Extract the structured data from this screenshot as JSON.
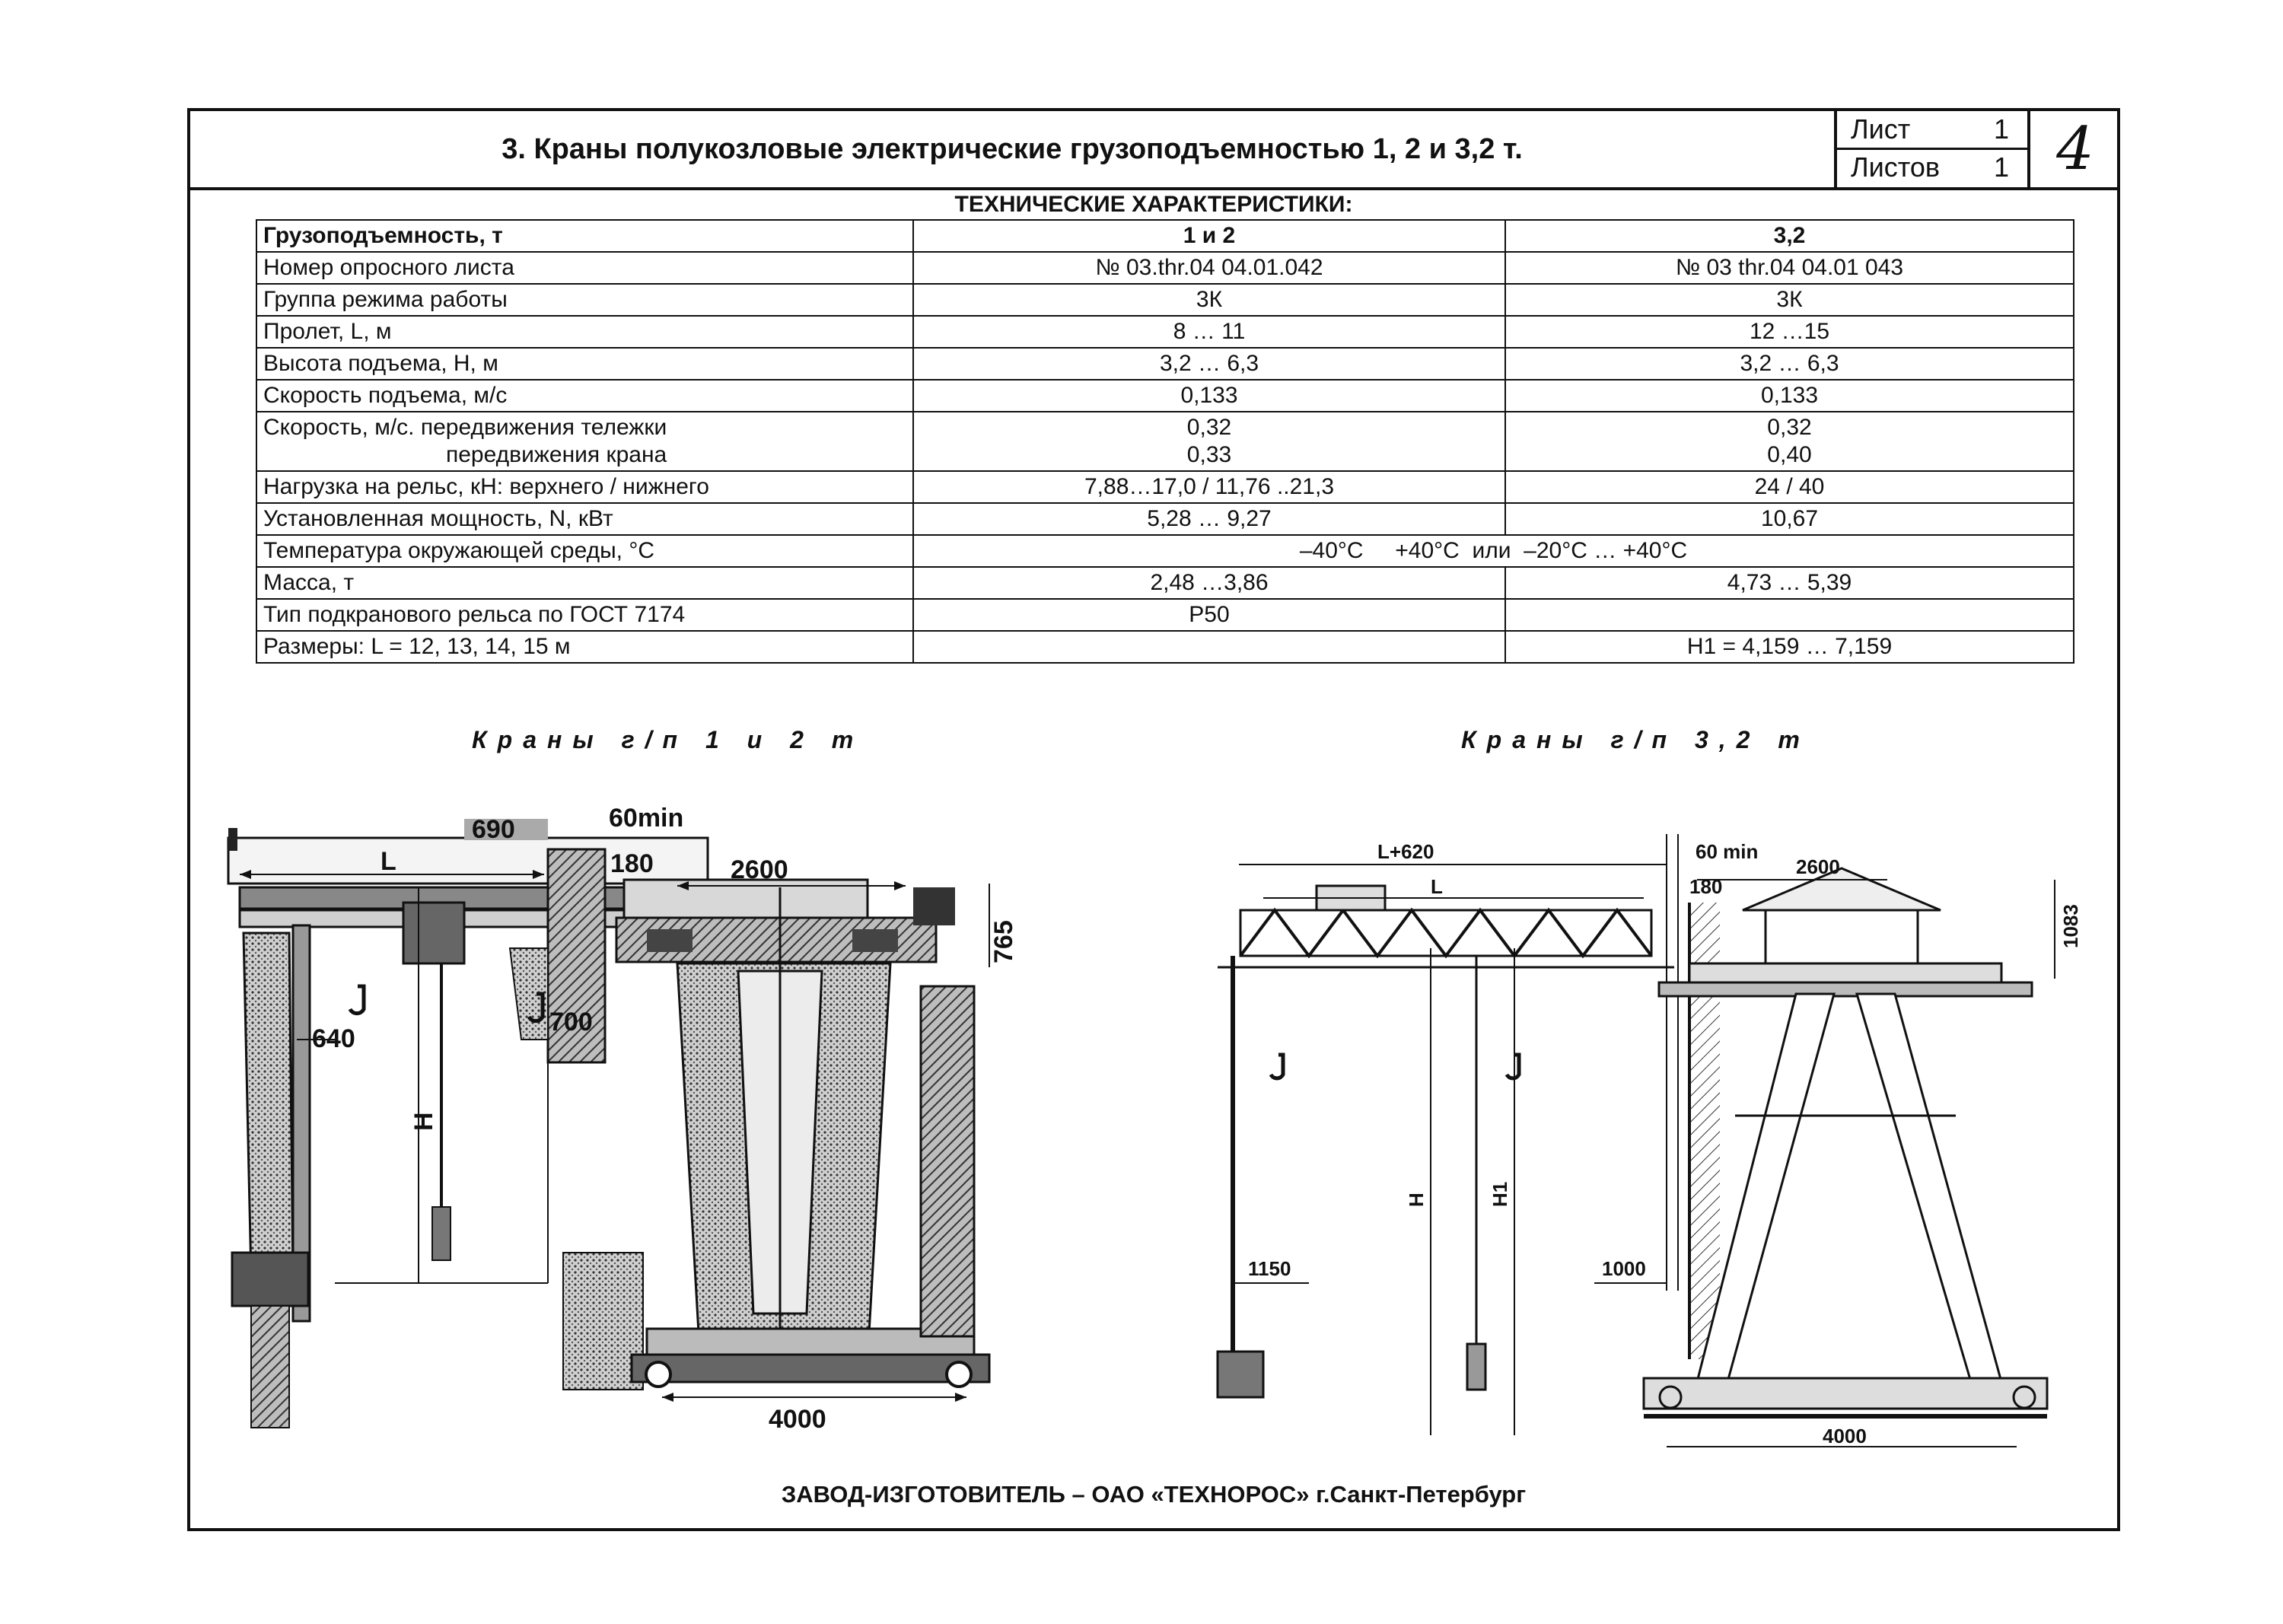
{
  "header": {
    "title": "3. Краны полукозловые электрические грузоподъемностью 1, 2 и 3,2 т.",
    "sheet_label": "Лист",
    "sheet_value": "1",
    "sheets_label": "Листов",
    "sheets_value": "1",
    "page_number": "4"
  },
  "spec": {
    "title": "ТЕХНИЧЕСКИЕ ХАРАКТЕРИСТИКИ:",
    "header": [
      "Грузоподъемность, т",
      "1 и 2",
      "3,2"
    ],
    "rows": {
      "r1": [
        "Номер опросного листа",
        "№ 03.thr.04 04.01.042",
        "№ 03 thr.04 04.01 043"
      ],
      "r2": [
        "Группа режима работы",
        "3К",
        "3К"
      ],
      "r3": [
        "Пролет, L, м",
        "8 … 11",
        "12 …15"
      ],
      "r4": [
        "Высота подъема, Н, м",
        "3,2 … 6,3",
        "3,2 … 6,3"
      ],
      "r5": [
        "Скорость подъема, м/с",
        "0,133",
        "0,133"
      ],
      "r6a": [
        "Скорость, м/с. передвижения тележки",
        "0,32",
        "0,32"
      ],
      "r6b": [
        "передвижения крана",
        "0,33",
        "0,40"
      ],
      "r7": [
        "Нагрузка на рельс, кН: верхнего / нижнего",
        "7,88…17,0 / 11,76 ..21,3",
        "24 / 40"
      ],
      "r8": [
        "Установленная мощность, N, кВт",
        "5,28 … 9,27",
        "10,67"
      ],
      "r9": [
        "Температура окружающей среды, °С",
        "–40°С     +40°С  или  –20°С … +40°С"
      ],
      "r10": [
        "Масса, т",
        "2,48 …3,86",
        "4,73 … 5,39"
      ],
      "r11": [
        "Тип подкранового рельса по ГОСТ 7174",
        "Р50",
        ""
      ],
      "r12": [
        "Размеры: L = 12, 13, 14, 15 м",
        "",
        "Н1 = 4,159 … 7,159"
      ]
    }
  },
  "captions": {
    "left": "Краны г/п 1 и 2 т",
    "right": "Краны г/п 3,2 т"
  },
  "drawing_left": {
    "dims": [
      "690",
      "60min",
      "L",
      "180",
      "2600",
      "765",
      "640",
      "700",
      "H",
      "4000"
    ]
  },
  "drawing_right": {
    "dims": [
      "L+620",
      "60 min",
      "L",
      "180",
      "2600",
      "1083",
      "1150",
      "H",
      "H1",
      "1000",
      "4000"
    ]
  },
  "footer": "ЗАВОД-ИЗГОТОВИТЕЛЬ – ОАО «ТЕХНОРОС» г.Санкт-Петербург"
}
